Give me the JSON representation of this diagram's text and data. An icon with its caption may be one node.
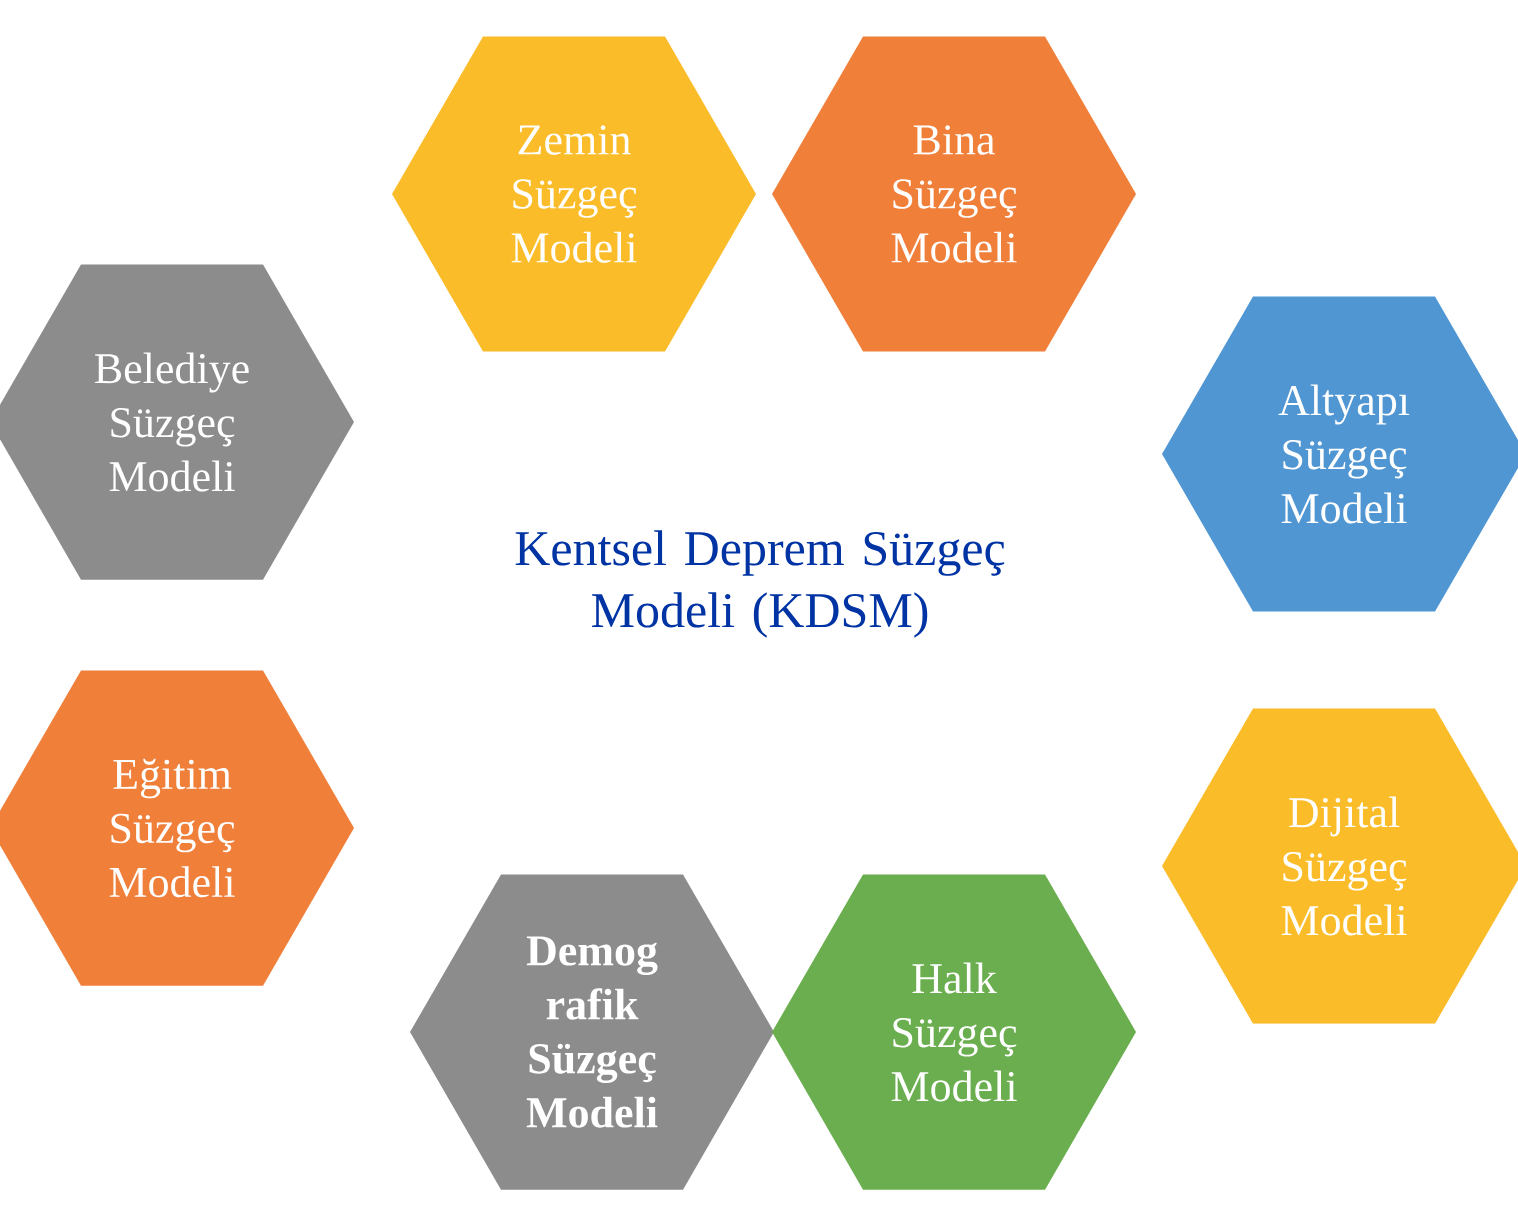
{
  "diagram": {
    "nodes": [
      {
        "text": [
          "Belediye Süzgeç Modeli"
        ]
      },
      {
        "text": [
          "Zemin Süzgeç Modeli"
        ]
      },
      {
        "text": [
          "Bina Süzgeç Modeli"
        ]
      },
      {
        "text": [
          "Altyapı Süzgeç Modeli"
        ]
      },
      {
        "text": [
          "Eğitim Süzgeç Modeli"
        ]
      },
      {
        "text": [
          "Dijital Süzgeç Modeli"
        ]
      },
      {
        "text": [
          "Demog rafik Süzgeç Modeli"
        ]
      },
      {
        "text": [
          "Halk Süzgeç Modeli"
        ]
      }
    ],
    "labels": [
      "Kentsel Deprem Süzgeç Modeli (KDSM)"
    ]
  }
}
